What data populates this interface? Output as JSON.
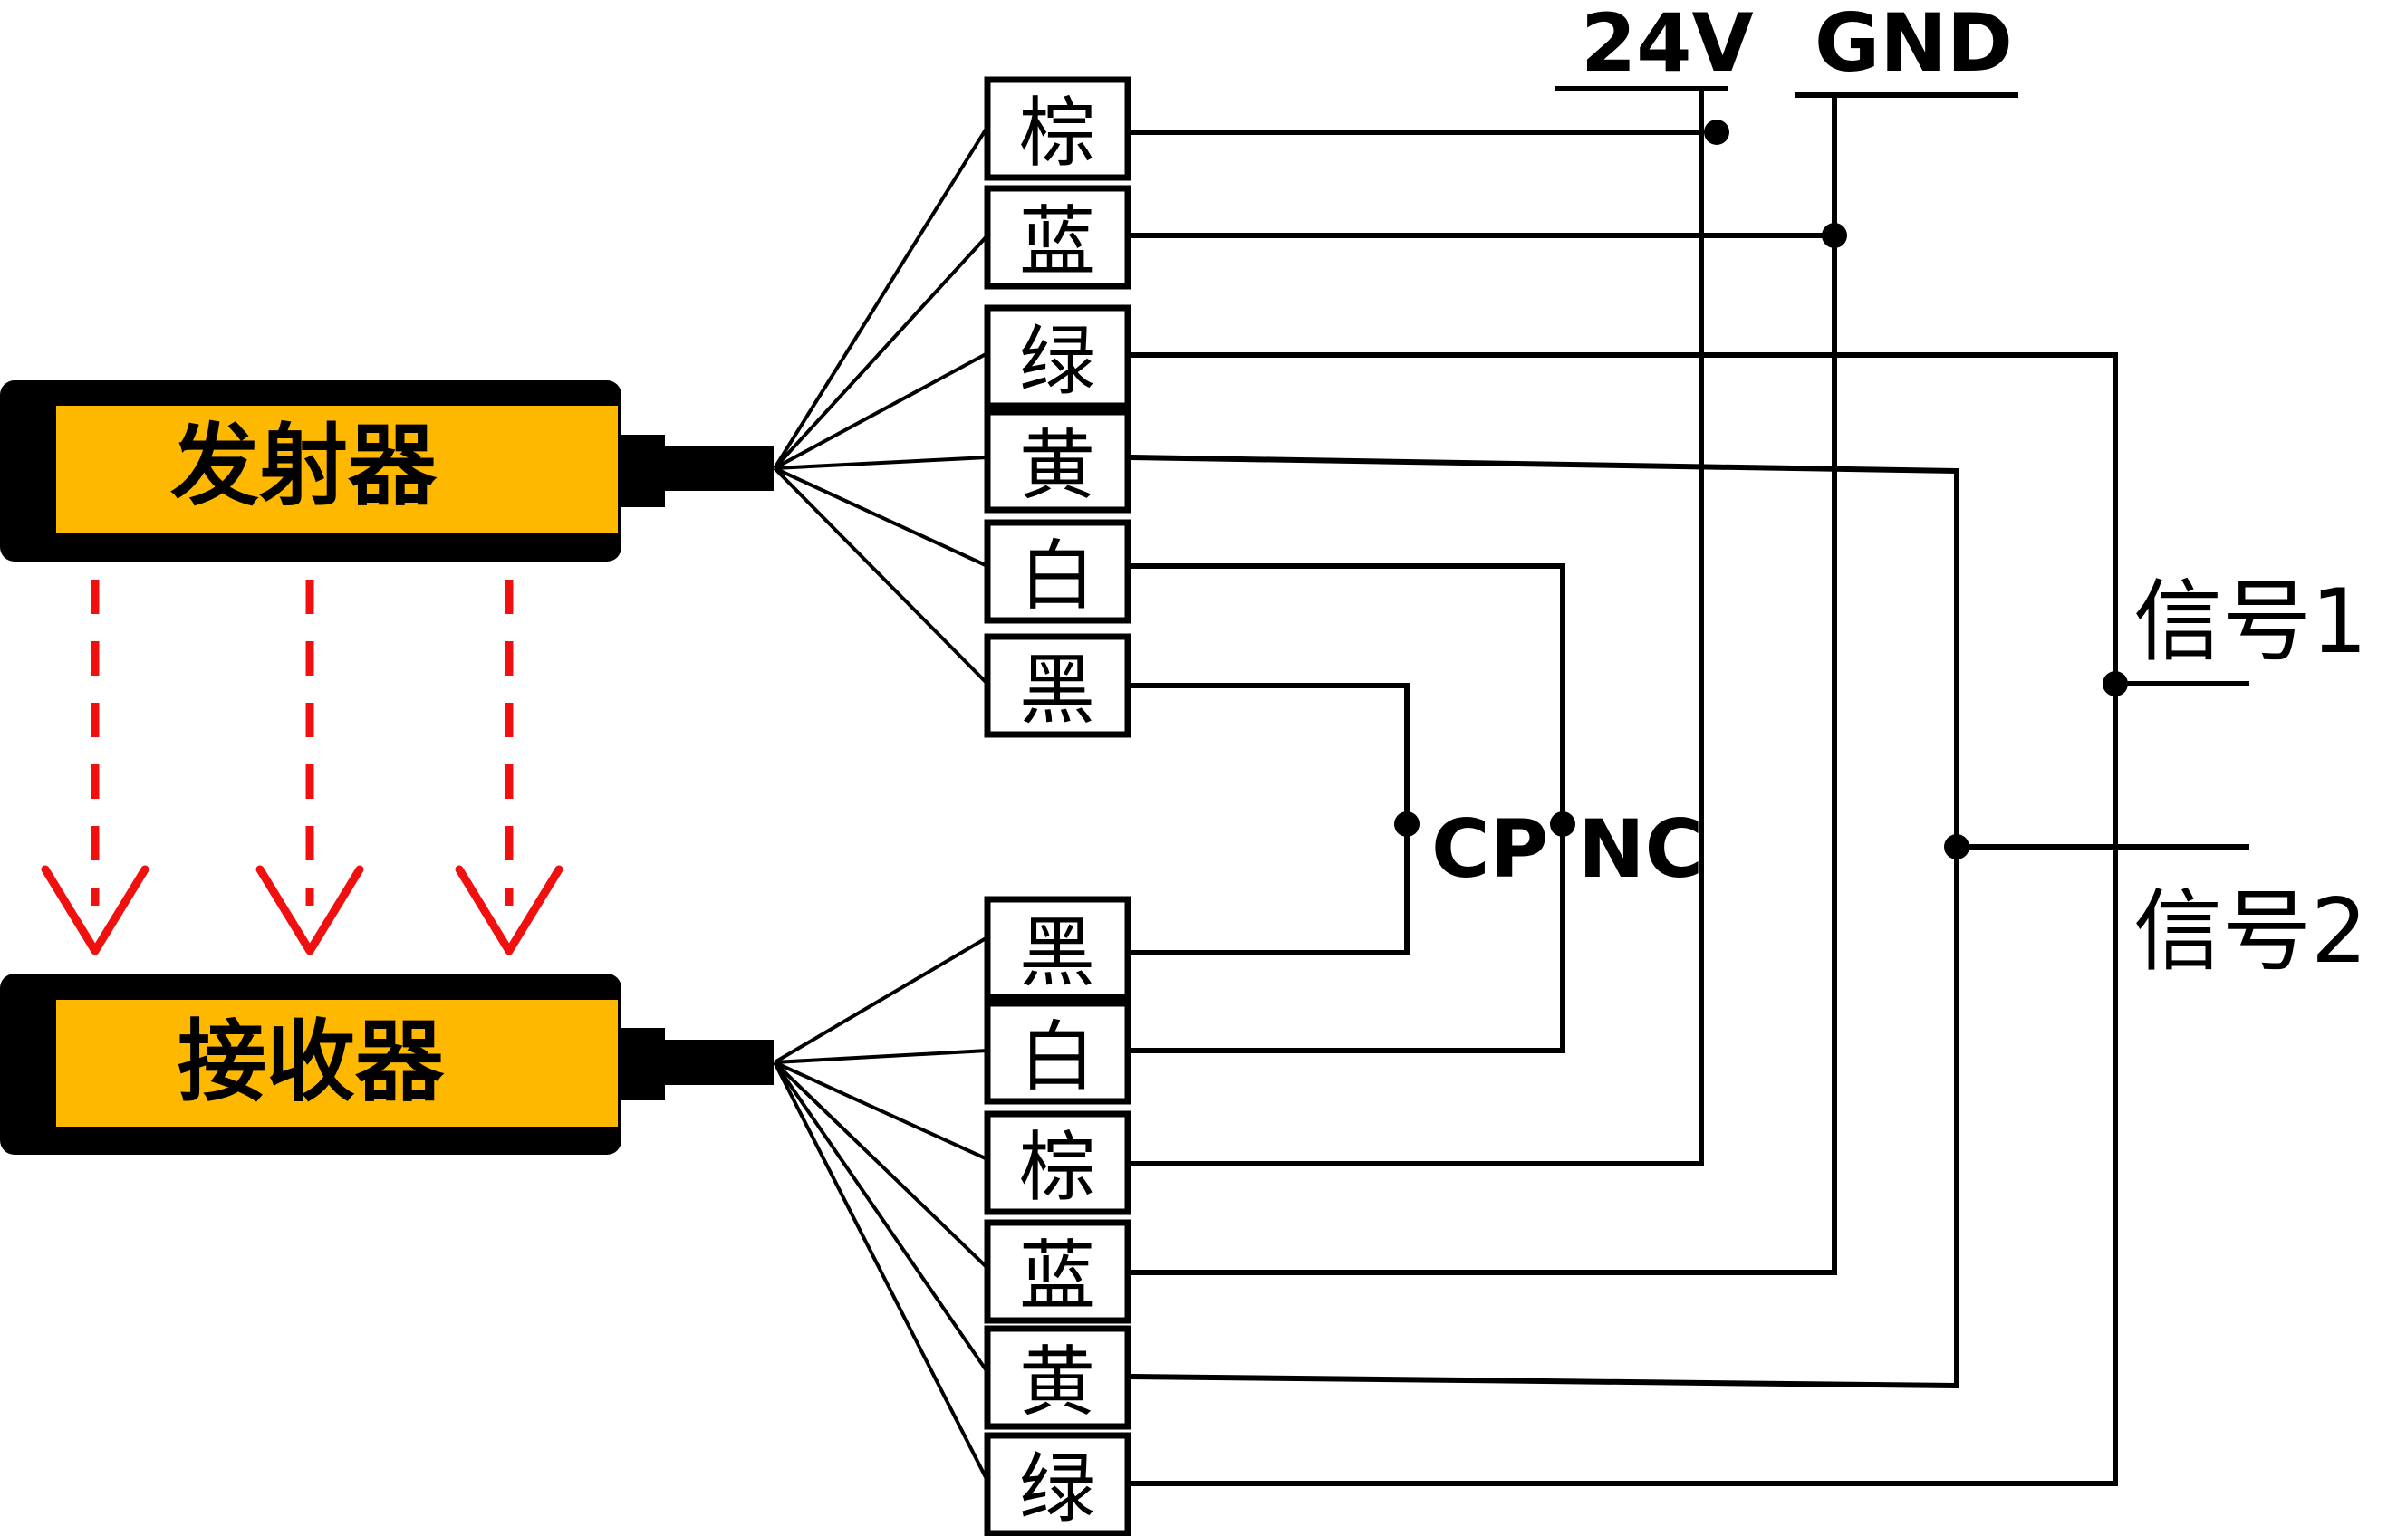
{
  "emitter": {
    "label": "发射器"
  },
  "receiver": {
    "label": "接收器"
  },
  "emitter_wires": [
    "棕",
    "蓝",
    "绿",
    "黄",
    "白",
    "黑"
  ],
  "receiver_wires": [
    "黑",
    "白",
    "棕",
    "蓝",
    "黄",
    "绿"
  ],
  "rails": {
    "power": "24V",
    "ground": "GND"
  },
  "junctions": {
    "cp": "CP",
    "nc": "NC"
  },
  "outputs": {
    "signal1": "信号1",
    "signal2": "信号2"
  },
  "colors": {
    "device_body": "#000000",
    "device_label": "#ffb800",
    "arrow": "#f01010"
  }
}
